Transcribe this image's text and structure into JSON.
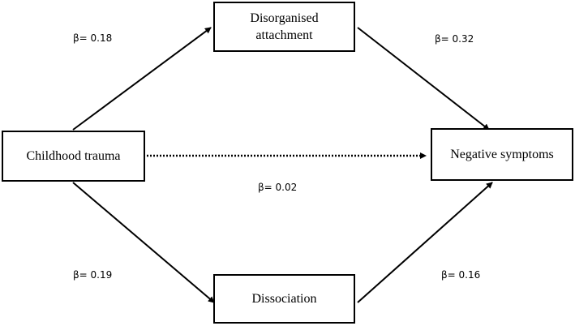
{
  "nodes": {
    "attachment": "Disorganised\nattachment",
    "trauma": "Childhood trauma",
    "negative": "Negative symptoms",
    "dissociation": "Dissociation"
  },
  "paths": {
    "trauma_to_attachment": "β= 0.18",
    "attachment_to_negative": "β= 0.32",
    "trauma_to_negative": "β= 0.02",
    "trauma_to_dissociation": "β= 0.19",
    "dissociation_to_negative": "β= 0.16"
  },
  "colors": {
    "stroke": "#000000",
    "background": "#ffffff"
  }
}
